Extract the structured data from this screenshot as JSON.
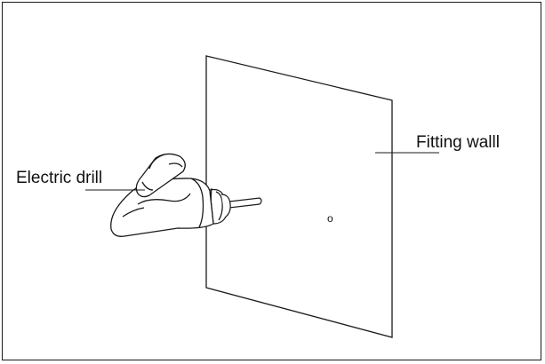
{
  "diagram": {
    "labels": {
      "fitting_wall": "Fitting walll",
      "electric_drill": "Electric drill"
    },
    "hole_mark": "o",
    "colors": {
      "stroke": "#1a1a1a",
      "background": "#ffffff"
    }
  }
}
